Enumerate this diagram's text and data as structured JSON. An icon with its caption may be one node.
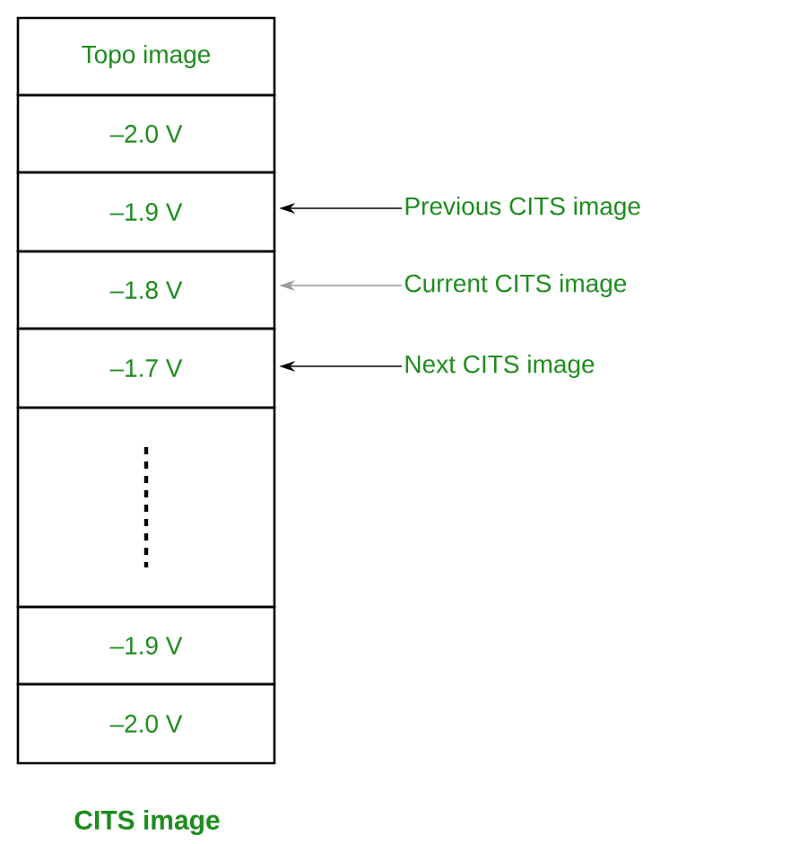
{
  "diagram": {
    "caption": "CITS image",
    "nodes": [
      {
        "text": [
          "Topo image"
        ]
      },
      {
        "text": [
          "–2.0 V"
        ]
      },
      {
        "text": [
          "–1.9 V"
        ]
      },
      {
        "text": [
          "–1.8 V"
        ]
      },
      {
        "text": [
          "–1.7 V"
        ]
      },
      {
        "text": [],
        "shape": "box"
      },
      {
        "text": [
          "–1.9 V"
        ]
      },
      {
        "text": [
          "–2.0 V"
        ]
      },
      {
        "text": [
          "Previous CITS image"
        ]
      },
      {
        "text": [
          "Current CITS image"
        ]
      },
      {
        "text": [
          "Next CITS image"
        ]
      }
    ],
    "edges": [
      {
        "from": 8,
        "to": 2,
        "arrow": "to"
      },
      {
        "from": 9,
        "to": 3,
        "arrow": "to",
        "color": "#9a9a9a"
      },
      {
        "from": 10,
        "to": 4,
        "arrow": "to"
      }
    ]
  }
}
